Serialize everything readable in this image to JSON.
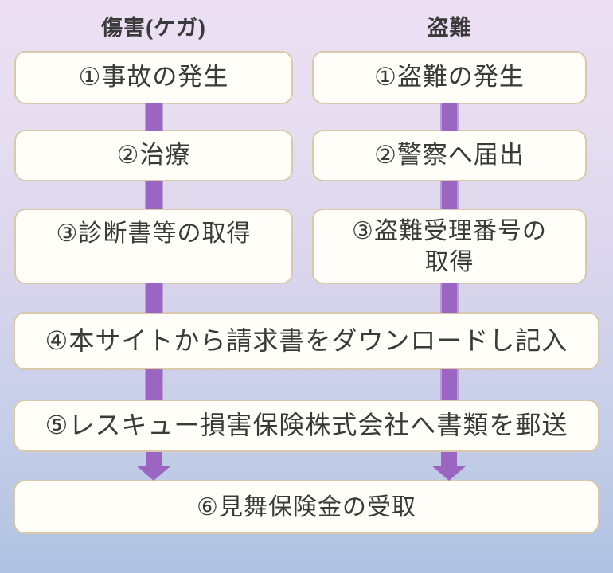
{
  "colors": {
    "accent_purple": "#9b66c1",
    "accent_purple_edge": "#bb9cd8",
    "box_border": "#d9c9ac",
    "box_fill": "#fffef9",
    "text": "#3a3a3a",
    "bg_top": "#ecdff4",
    "bg_mid": "#d9d5ed",
    "bg_bottom": "#afc2e2"
  },
  "columns": [
    {
      "header": "傷害(ケガ)",
      "steps": [
        "①事故の発生",
        "②治療",
        "③診断書等の取得"
      ]
    },
    {
      "header": "盗難",
      "steps": [
        "①盗難の発生",
        "②警察へ届出",
        "③盗難受理番号の\n取得"
      ]
    }
  ],
  "shared_steps": [
    "④本サイトから請求書をダウンロードし記入",
    "⑤レスキュー損害保険株式会社へ書類を郵送",
    "⑥見舞保険金の受取"
  ]
}
